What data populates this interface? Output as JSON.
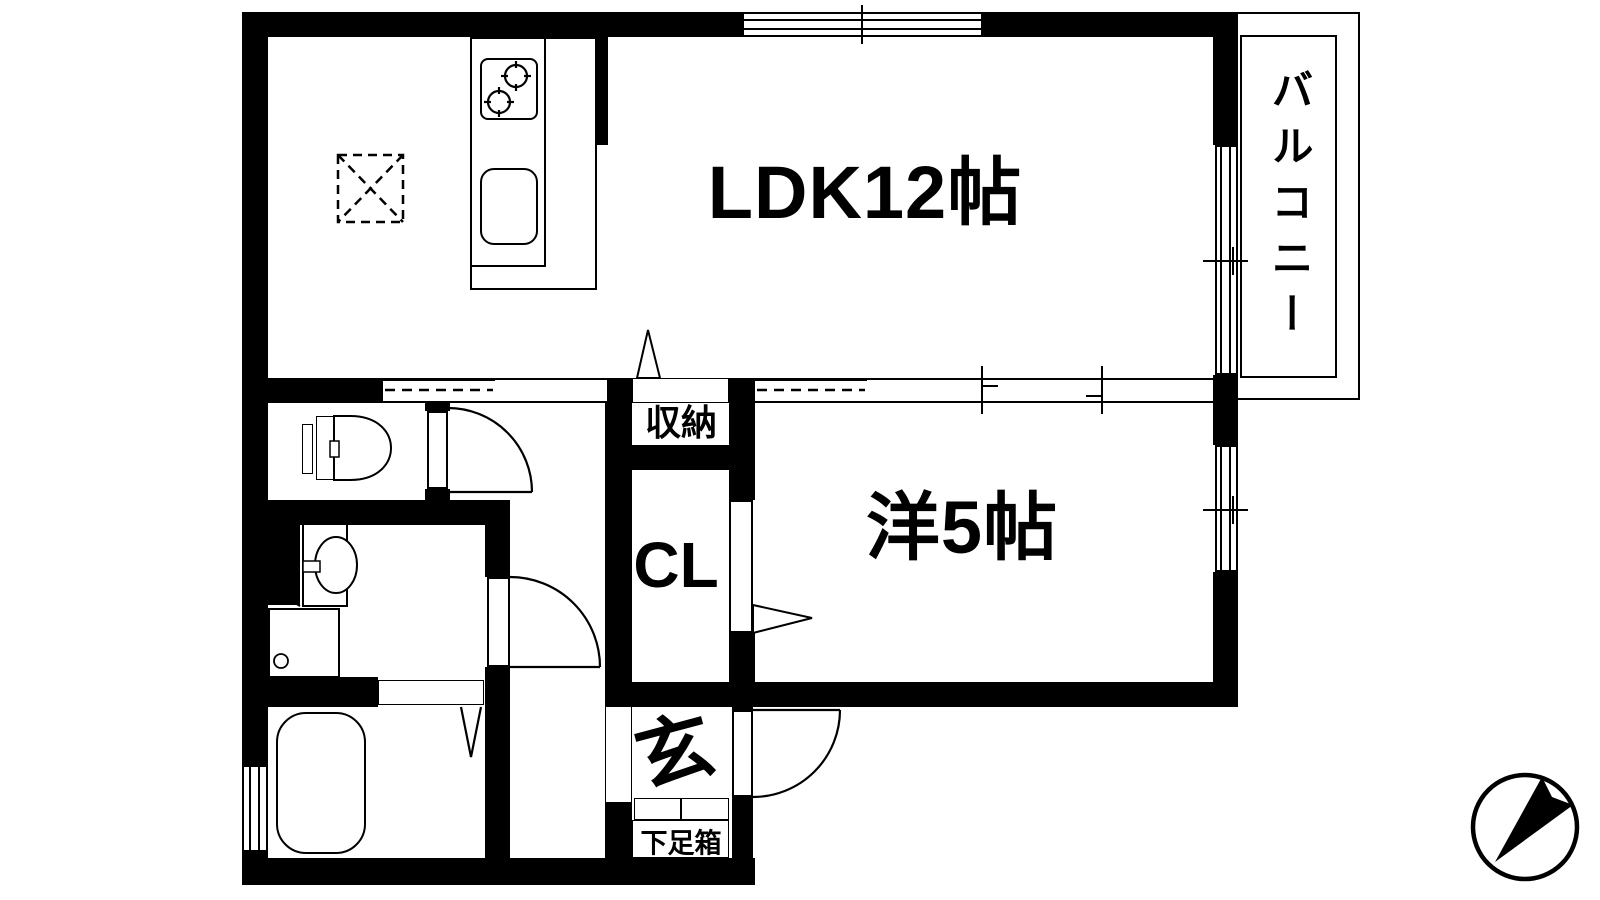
{
  "plan": {
    "rooms": {
      "ldk": {
        "label": "LDK12帖"
      },
      "western_room": {
        "label": "洋5帖"
      },
      "balcony": {
        "label": "バルコニー"
      },
      "storage": {
        "label": "収納"
      },
      "closet": {
        "label": "CL"
      },
      "entrance": {
        "label": "玄"
      },
      "shoe_cabinet": {
        "label": "下足箱"
      }
    },
    "colors": {
      "wall": "#000000",
      "background": "#ffffff",
      "lines": "#000000"
    },
    "compass": {
      "symbol": "north-arrow",
      "direction": "upper-right"
    }
  }
}
